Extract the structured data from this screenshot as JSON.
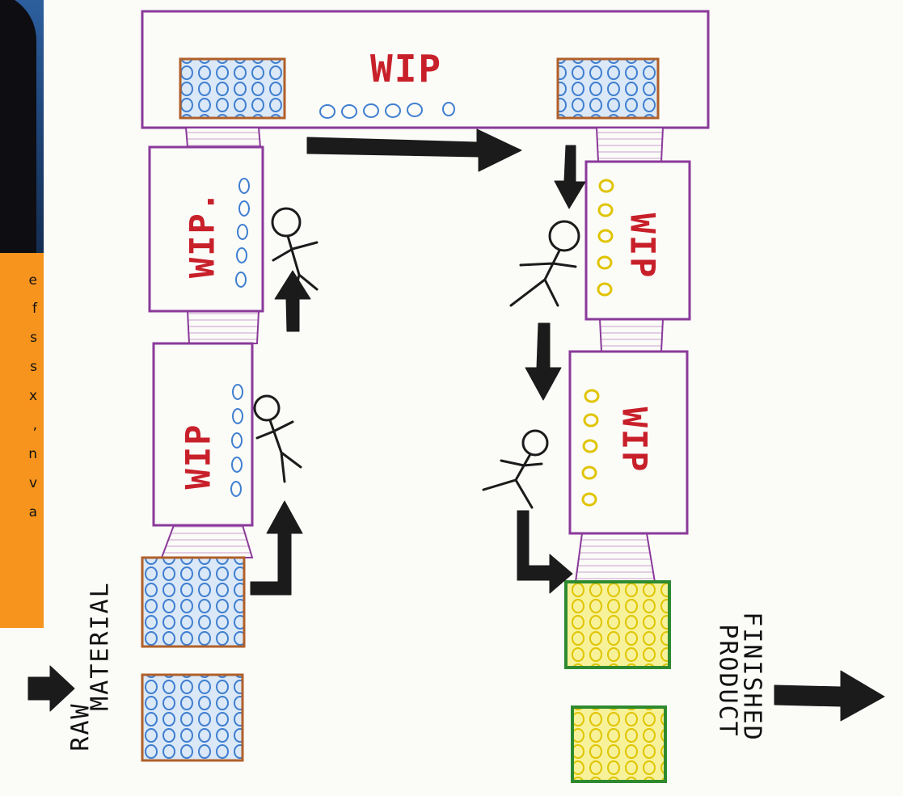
{
  "sidebar": {
    "text_fragments": [
      "e",
      "f",
      "s",
      "s",
      "x",
      ",",
      "n",
      "v",
      "a"
    ]
  },
  "diagram": {
    "top_buffer_label": "WIP",
    "left_station_upper_label": "WIP.",
    "left_station_lower_label": "WIP",
    "right_station_upper_label": "WIP",
    "right_station_lower_label": "WIP",
    "raw_material_line1": "RAW",
    "raw_material_line2": "MATERIAL",
    "finished_line1": "FINISHED",
    "finished_line2": "PRODUCT"
  },
  "colors": {
    "wip_text": "#c8202a",
    "box_outline": "#8a3a9a",
    "raw_material": "#3f7fd0",
    "raw_bin_border": "#b0602a",
    "finished": "#f0e21a",
    "finished_bin_border": "#2f8a2f",
    "arrow": "#1b1b1b",
    "sidebar_bg": "#f7941d"
  }
}
